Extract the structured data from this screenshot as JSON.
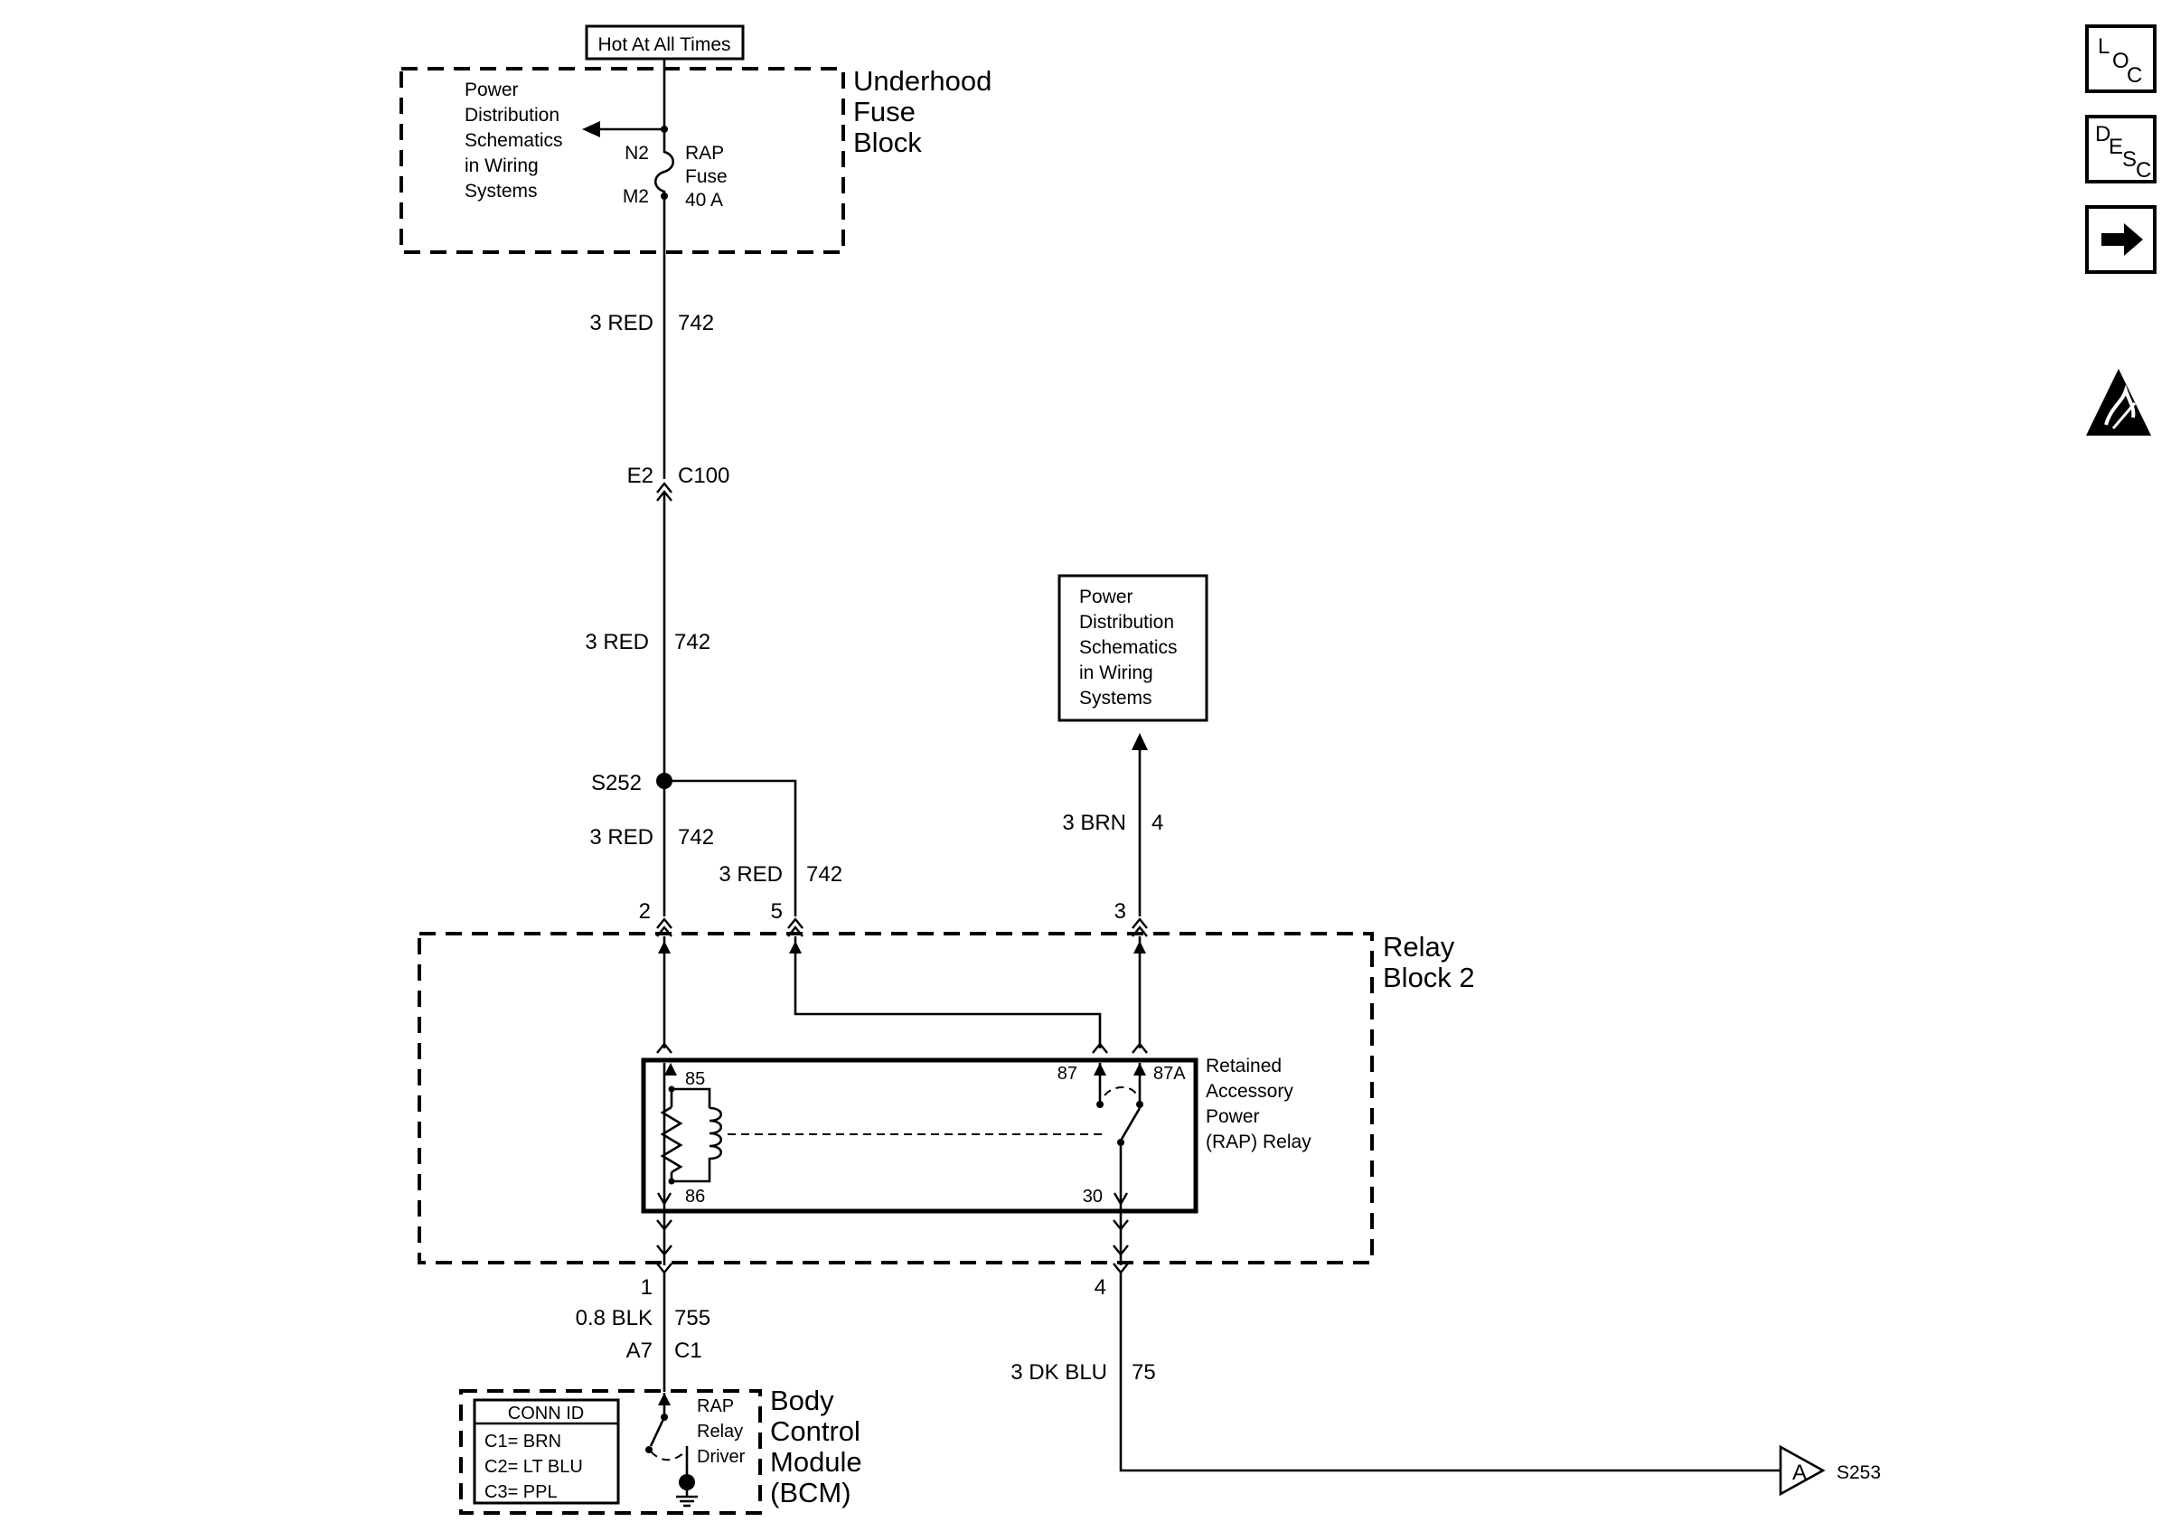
{
  "hot_label": "Hot At All Times",
  "underhood": {
    "title_lines": [
      "Underhood",
      "Fuse",
      "Block"
    ],
    "pd_lines": [
      "Power",
      "Distribution",
      "Schematics",
      "in Wiring",
      "Systems"
    ],
    "fuse_lines": [
      "RAP",
      "Fuse",
      "40 A"
    ],
    "pin_in": "N2",
    "pin_out": "M2"
  },
  "wire_742_a": {
    "size_color": "3 RED",
    "circuit": "742"
  },
  "connector_c100": {
    "pin": "E2",
    "name": "C100"
  },
  "wire_742_b": {
    "size_color": "3 RED",
    "circuit": "742"
  },
  "splice": "S252",
  "wire_742_c": {
    "size_color": "3 RED",
    "circuit": "742"
  },
  "wire_742_d": {
    "size_color": "3 RED",
    "circuit": "742"
  },
  "pd_box_lines": [
    "Power",
    "Distribution",
    "Schematics",
    "in Wiring",
    "Systems"
  ],
  "wire_4": {
    "size_color": "3 BRN",
    "circuit": "4"
  },
  "relay_pins_top": {
    "p2": "2",
    "p5": "5",
    "p3": "3"
  },
  "relay_block": {
    "title_lines": [
      "Relay",
      "Block 2"
    ],
    "relay_name_lines": [
      "Retained",
      "Accessory",
      "Power",
      "(RAP) Relay"
    ],
    "pins": {
      "p85": "85",
      "p86": "86",
      "p87": "87",
      "p87a": "87A",
      "p30": "30"
    }
  },
  "relay_pins_bottom": {
    "p1": "1",
    "p4": "4"
  },
  "wire_755": {
    "size_color": "0.8 BLK",
    "circuit": "755"
  },
  "connector_bcm": {
    "pin": "A7",
    "name": "C1"
  },
  "wire_75": {
    "size_color": "3 DK BLU",
    "circuit": "75"
  },
  "bcm": {
    "title_lines": [
      "Body",
      "Control",
      "Module",
      "(BCM)"
    ],
    "driver_lines": [
      "RAP",
      "Relay",
      "Driver"
    ],
    "conn_id_title": "CONN ID",
    "conn_id_rows": [
      "C1= BRN",
      "C2= LT BLU",
      "C3= PPL"
    ]
  },
  "offpage": {
    "letter": "A",
    "label": "S253"
  },
  "side_icons": {
    "loc": {
      "l": "L",
      "o": "O",
      "c": "C",
      "name": "loc-icon"
    },
    "desc": {
      "d": "D",
      "e": "E",
      "s": "S",
      "c": "C",
      "name": "desc-icon"
    },
    "next": "arrow-right-icon",
    "esd": "esd-warning-icon"
  }
}
